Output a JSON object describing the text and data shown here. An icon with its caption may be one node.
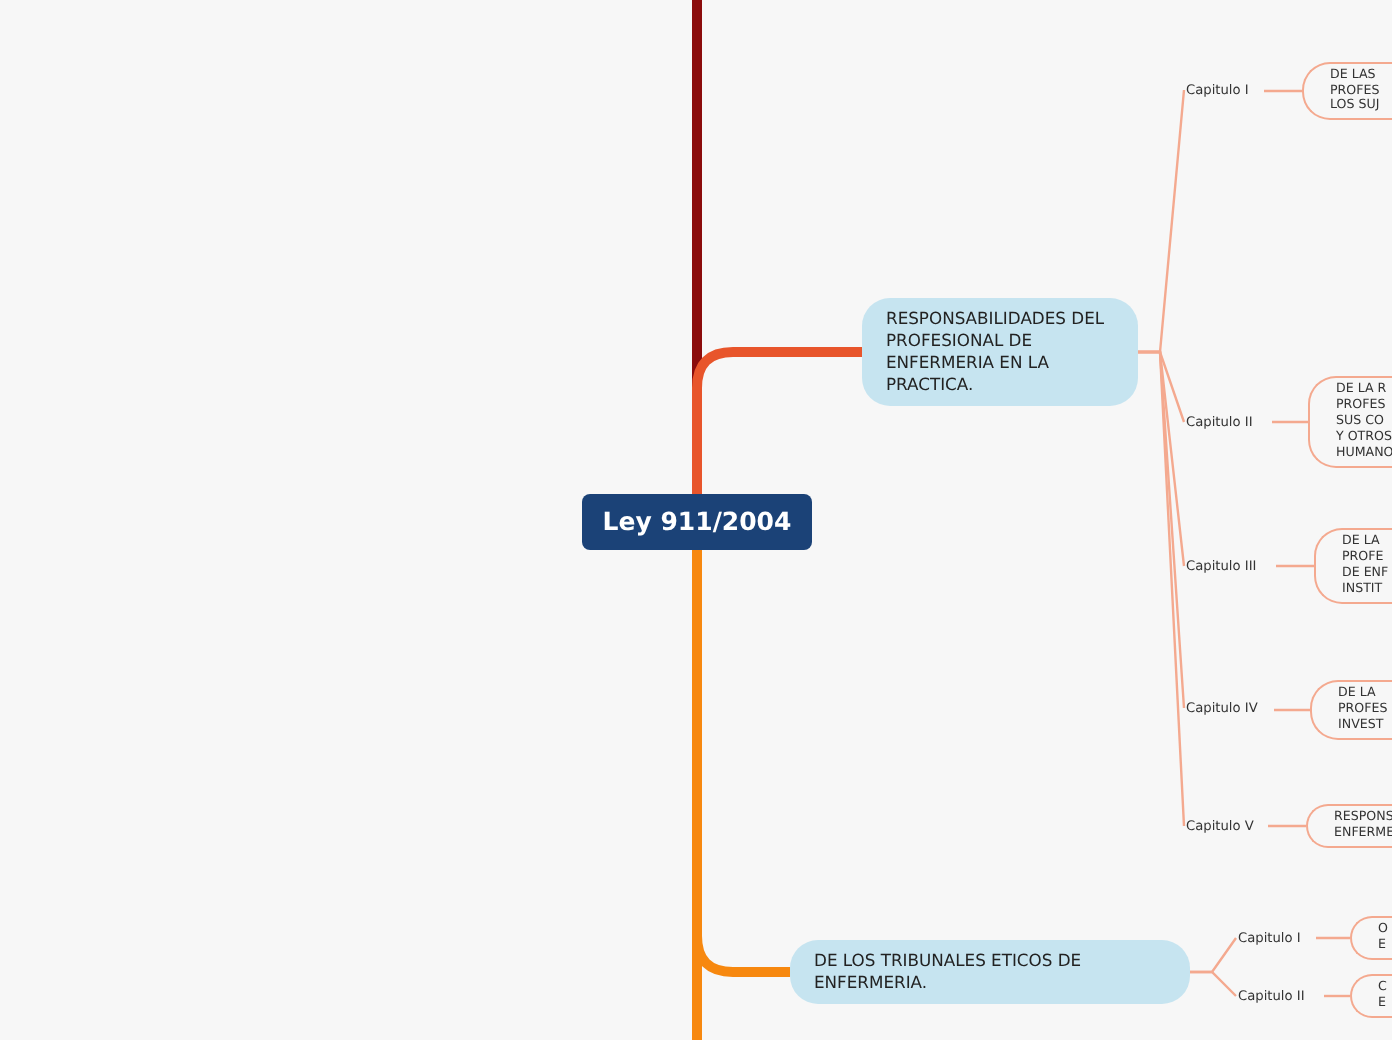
{
  "diagram": {
    "nodes": [
      {
        "text": [
          "Ley 911/2004"
        ]
      },
      {
        "text": [
          "RESPONSABILIDADES DEL PROFESIONAL DE ENFERMERIA EN LA PRACTICA."
        ]
      },
      {
        "text": [
          "Capitulo I"
        ]
      },
      {
        "text": [
          "DE LAS PROFES LOS SUJ"
        ]
      },
      {
        "text": [
          "Capitulo II"
        ]
      },
      {
        "text": [
          "DE LA R PROFES SUS CO Y OTROS HUMANO"
        ]
      },
      {
        "text": [
          "Capitulo III"
        ]
      },
      {
        "text": [
          "DE LA PROFE DE ENF INSTIT"
        ]
      },
      {
        "text": [
          "Capitulo IV"
        ]
      },
      {
        "text": [
          "DE LA PROFES INVEST"
        ]
      },
      {
        "text": [
          "Capitulo V"
        ]
      },
      {
        "text": [
          "RESPONS ENFERME"
        ]
      },
      {
        "text": [
          "DE LOS TRIBUNALES ETICOS DE ENFERMERIA."
        ]
      },
      {
        "text": [
          "Capitulo I"
        ]
      },
      {
        "text": [
          "O E"
        ]
      },
      {
        "text": [
          "Capitulo II"
        ]
      },
      {
        "text": [
          "C E"
        ]
      }
    ],
    "edges": [
      {
        "from": 0,
        "to": null,
        "arrow": "none",
        "style": "thick",
        "color": "#8b0c0c"
      },
      {
        "from": 0,
        "to": 1,
        "arrow": "none",
        "style": "thick",
        "color": "#e8552b"
      },
      {
        "from": 0,
        "to": 12,
        "arrow": "none",
        "style": "thick",
        "color": "#f7880f"
      },
      {
        "from": 0,
        "to": null,
        "arrow": "none",
        "style": "thick",
        "color": "#f7880f"
      },
      {
        "from": 1,
        "to": 2,
        "arrow": "none"
      },
      {
        "from": 2,
        "to": 3,
        "arrow": "none"
      },
      {
        "from": 1,
        "to": 4,
        "arrow": "none"
      },
      {
        "from": 4,
        "to": 5,
        "arrow": "none"
      },
      {
        "from": 1,
        "to": 6,
        "arrow": "none"
      },
      {
        "from": 6,
        "to": 7,
        "arrow": "none"
      },
      {
        "from": 1,
        "to": 8,
        "arrow": "none"
      },
      {
        "from": 8,
        "to": 9,
        "arrow": "none"
      },
      {
        "from": 1,
        "to": 10,
        "arrow": "none"
      },
      {
        "from": 10,
        "to": 11,
        "arrow": "none"
      },
      {
        "from": 12,
        "to": 13,
        "arrow": "none"
      },
      {
        "from": 13,
        "to": 14,
        "arrow": "none"
      },
      {
        "from": 12,
        "to": 15,
        "arrow": "none"
      },
      {
        "from": 15,
        "to": 16,
        "arrow": "none"
      }
    ]
  }
}
